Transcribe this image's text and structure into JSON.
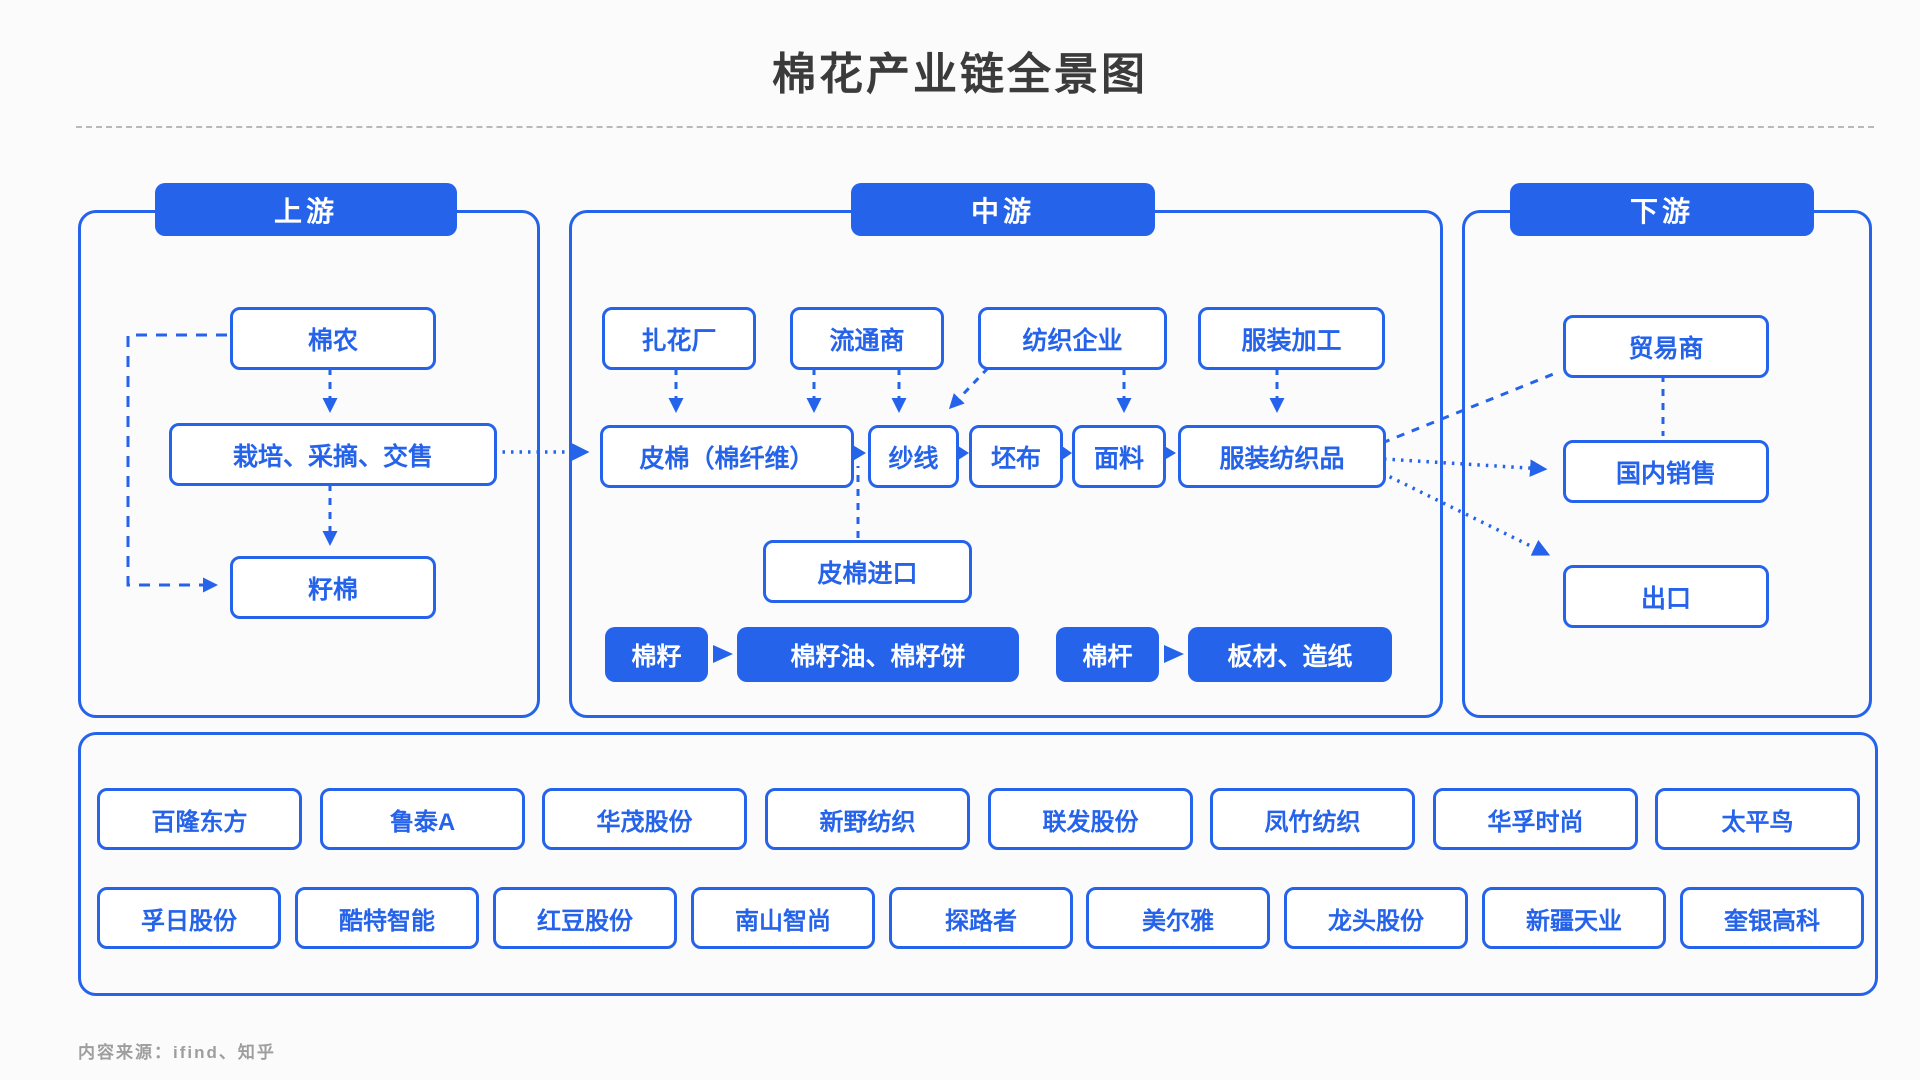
{
  "title": "棉花产业链全景图",
  "source_note": "内容来源：ifind、知乎",
  "colors": {
    "primary_blue": "#2563eb",
    "title_text": "#3b3b3b",
    "muted_text": "#9e9e9e",
    "background": "#fbfbfc"
  },
  "sections": {
    "upstream": {
      "label": "上游"
    },
    "midstream": {
      "label": "中游"
    },
    "downstream": {
      "label": "下游"
    }
  },
  "nodes": {
    "cotton_farmer": "棉农",
    "cultivation": "栽培、采摘、交售",
    "seed_cotton": "籽棉",
    "ginnery": "扎花厂",
    "distributor": "流通商",
    "textile_enterprise": "纺织企业",
    "garment_processing": "服装加工",
    "lint_cotton": "皮棉（棉纤维）",
    "yarn": "纱线",
    "grey_fabric": "坯布",
    "fabric": "面料",
    "garment_textiles": "服装纺织品",
    "lint_import": "皮棉进口",
    "cotton_seed": "棉籽",
    "seed_oil_cake": "棉籽油、棉籽饼",
    "cotton_stalk": "棉杆",
    "board_paper": "板材、造纸",
    "trader": "贸易商",
    "domestic_sales": "国内销售",
    "export": "出口"
  },
  "companies": {
    "row1": [
      "百隆东方",
      "鲁泰A",
      "华茂股份",
      "新野纺织",
      "联发股份",
      "凤竹纺织",
      "华孚时尚",
      "太平鸟"
    ],
    "row2": [
      "孚日股份",
      "酷特智能",
      "红豆股份",
      "南山智尚",
      "探路者",
      "美尔雅",
      "龙头股份",
      "新疆天业",
      "奎银高科"
    ]
  }
}
